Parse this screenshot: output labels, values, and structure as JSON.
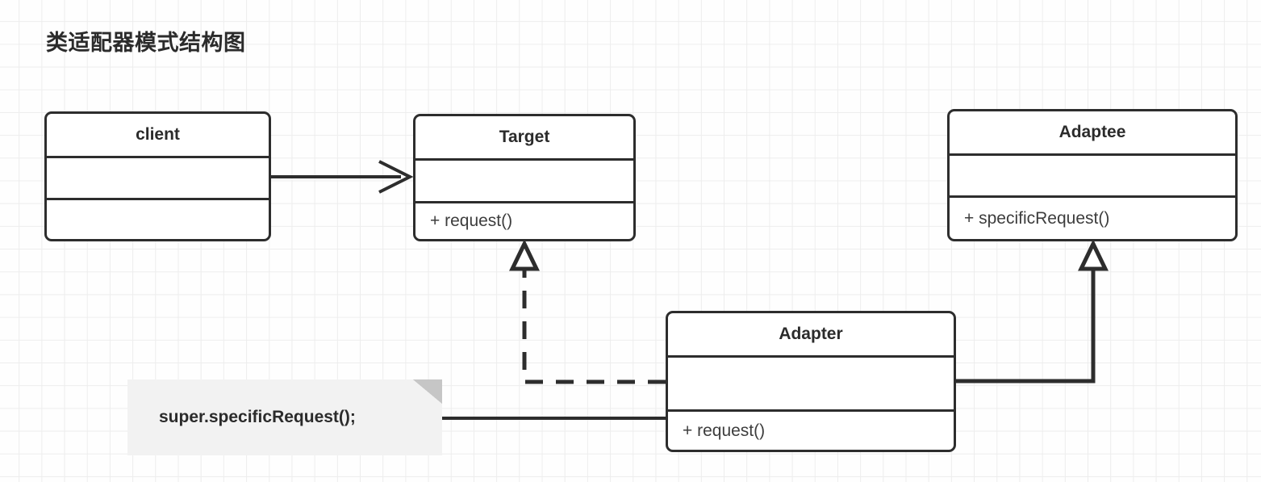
{
  "diagram": {
    "title": "类适配器模式结构图",
    "background": "#fefefe",
    "grid_color": "#ededed",
    "line_color": "#2d2d2d",
    "classes": [
      {
        "id": "client",
        "name": "client",
        "attributes": "",
        "methods": ""
      },
      {
        "id": "target",
        "name": "Target",
        "attributes": "",
        "methods": "+ request()"
      },
      {
        "id": "adaptee",
        "name": "Adaptee",
        "attributes": "",
        "methods": "+ specificRequest()"
      },
      {
        "id": "adapter",
        "name": "Adapter",
        "attributes": "",
        "methods": "+ request()"
      }
    ],
    "note": {
      "text": "super.specificRequest();",
      "background": "#f2f2f2",
      "fold_color": "#c6c6c6"
    },
    "connectors": [
      {
        "id": "client-to-target",
        "from": "client",
        "to": "target",
        "style": "solid",
        "arrow": "open-arrow",
        "label": ""
      },
      {
        "id": "adapter-to-target",
        "from": "adapter",
        "to": "target",
        "style": "dashed",
        "arrow": "hollow-triangle",
        "label": ""
      },
      {
        "id": "adapter-to-adaptee",
        "from": "adapter",
        "to": "adaptee",
        "style": "solid",
        "arrow": "hollow-triangle",
        "label": ""
      },
      {
        "id": "note-to-adapter",
        "from": "note",
        "to": "adapter",
        "style": "solid",
        "arrow": "none",
        "label": ""
      }
    ]
  }
}
